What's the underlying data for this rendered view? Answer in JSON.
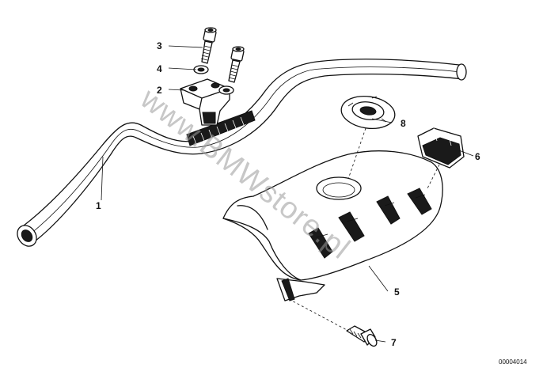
{
  "callouts": {
    "c1": "1",
    "c2": "2",
    "c3": "3",
    "c4": "4",
    "c5": "5",
    "c6": "6",
    "c7": "7",
    "c8": "8"
  },
  "diagram_code": "00004014",
  "watermark": "www.BMWstore.pl"
}
